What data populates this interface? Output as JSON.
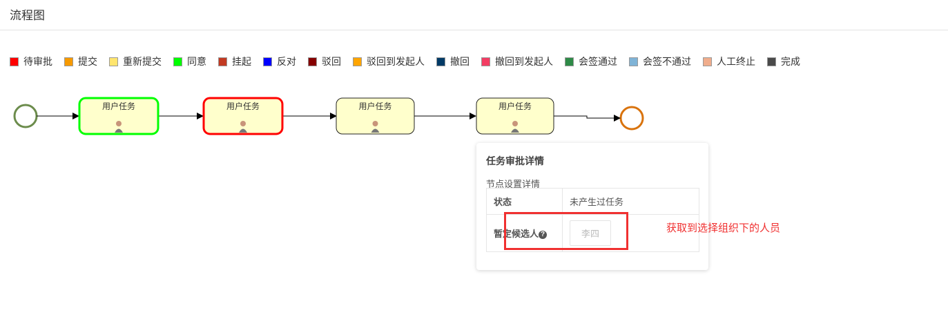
{
  "header": {
    "title": "流程图"
  },
  "legend": [
    {
      "label": "待审批",
      "color": "#ff0000"
    },
    {
      "label": "提交",
      "color": "#f79a00"
    },
    {
      "label": "重新提交",
      "color": "#ffe56e"
    },
    {
      "label": "同意",
      "color": "#00ff00"
    },
    {
      "label": "挂起",
      "color": "#c23a22"
    },
    {
      "label": "反对",
      "color": "#0000ff"
    },
    {
      "label": "驳回",
      "color": "#850000"
    },
    {
      "label": "驳回到发起人",
      "color": "#ffa500"
    },
    {
      "label": "撤回",
      "color": "#023a66"
    },
    {
      "label": "撤回到发起人",
      "color": "#f33d63"
    },
    {
      "label": "会签通过",
      "color": "#2e8a47"
    },
    {
      "label": "会签不通过",
      "color": "#7fb3d6"
    },
    {
      "label": "人工终止",
      "color": "#f0ad8c"
    },
    {
      "label": "完成",
      "color": "#4a4a4a"
    }
  ],
  "diagram": {
    "tasks": [
      {
        "label": "用户任务",
        "border": "#00ff00"
      },
      {
        "label": "用户任务",
        "border": "#ff0000"
      },
      {
        "label": "用户任务",
        "border": "#222222"
      },
      {
        "label": "用户任务",
        "border": "#222222"
      }
    ]
  },
  "popup": {
    "title": "任务审批详情",
    "subtitle": "节点设置详情",
    "status_label": "状态",
    "status_value": "未产生过任务",
    "candidate_label": "暂定候选人",
    "candidate_value": "李四",
    "help": "?"
  },
  "annotation": "获取到选择组织下的人员"
}
